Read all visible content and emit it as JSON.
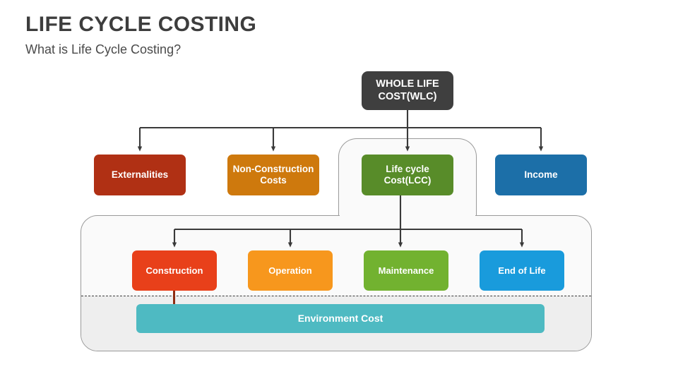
{
  "header": {
    "title": "LIFE CYCLE COSTING",
    "subtitle": "What is Life Cycle Costing?"
  },
  "diagram": {
    "type": "hierarchy-tree",
    "root": {
      "id": "wlc",
      "label": "WHOLE LIFE COST(WLC)",
      "color": "#3f3f3f"
    },
    "level1": [
      {
        "id": "externalities",
        "label": "Externalities",
        "color": "#b03014"
      },
      {
        "id": "non-construction-costs",
        "label": "Non-Construction Costs",
        "color": "#ce790d"
      },
      {
        "id": "life-cycle-cost",
        "label": "Life cycle Cost(LCC)",
        "color": "#588c29"
      },
      {
        "id": "income",
        "label": "Income",
        "color": "#1c6fa8"
      }
    ],
    "level2_parent": "life-cycle-cost",
    "level2": [
      {
        "id": "construction",
        "label": "Construction",
        "color": "#e8401a"
      },
      {
        "id": "operation",
        "label": "Operation",
        "color": "#f7971d"
      },
      {
        "id": "maintenance",
        "label": "Maintenance",
        "color": "#72b230"
      },
      {
        "id": "end-of-life",
        "label": "End of Life",
        "color": "#199bdc"
      }
    ],
    "footer_bar": {
      "id": "environment-cost",
      "label": "Environment Cost",
      "color": "#4ebac2"
    },
    "connector_color": "#3a3a3a",
    "panel_border_color": "#9a9a9a",
    "panel_fill": "#fafafa",
    "panel_lower_fill": "#eeeeee"
  }
}
